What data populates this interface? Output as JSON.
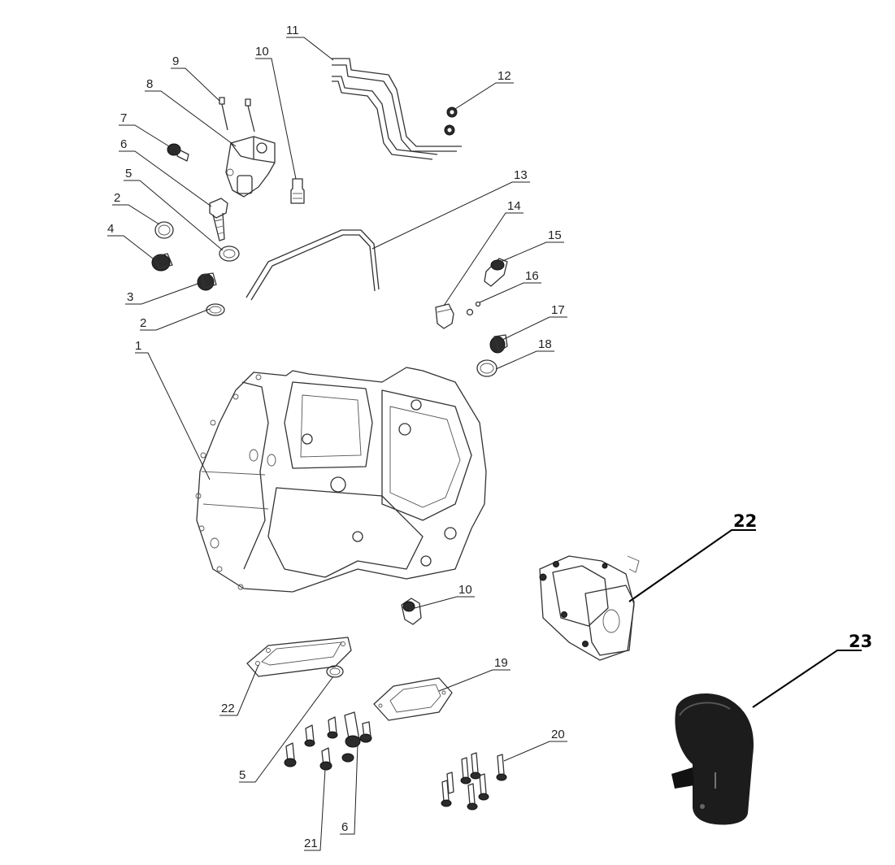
{
  "diagram": {
    "callouts": [
      {
        "id": "c1",
        "text": "1"
      },
      {
        "id": "c2a",
        "text": "2"
      },
      {
        "id": "c2b",
        "text": "2"
      },
      {
        "id": "c3",
        "text": "3"
      },
      {
        "id": "c4",
        "text": "4"
      },
      {
        "id": "c5a",
        "text": "5"
      },
      {
        "id": "c5b",
        "text": "5"
      },
      {
        "id": "c6a",
        "text": "6"
      },
      {
        "id": "c6b",
        "text": "6"
      },
      {
        "id": "c7",
        "text": "7"
      },
      {
        "id": "c8",
        "text": "8"
      },
      {
        "id": "c9",
        "text": "9"
      },
      {
        "id": "c10a",
        "text": "10"
      },
      {
        "id": "c10b",
        "text": "10"
      },
      {
        "id": "c11",
        "text": "11"
      },
      {
        "id": "c12",
        "text": "12"
      },
      {
        "id": "c13",
        "text": "13"
      },
      {
        "id": "c14",
        "text": "14"
      },
      {
        "id": "c15",
        "text": "15"
      },
      {
        "id": "c16",
        "text": "16"
      },
      {
        "id": "c17",
        "text": "17"
      },
      {
        "id": "c18",
        "text": "18"
      },
      {
        "id": "c19",
        "text": "19"
      },
      {
        "id": "c20",
        "text": "20"
      },
      {
        "id": "c21",
        "text": "21"
      },
      {
        "id": "c22a",
        "text": "22"
      },
      {
        "id": "c22b",
        "text": "22"
      },
      {
        "id": "c23",
        "text": "23"
      }
    ]
  }
}
